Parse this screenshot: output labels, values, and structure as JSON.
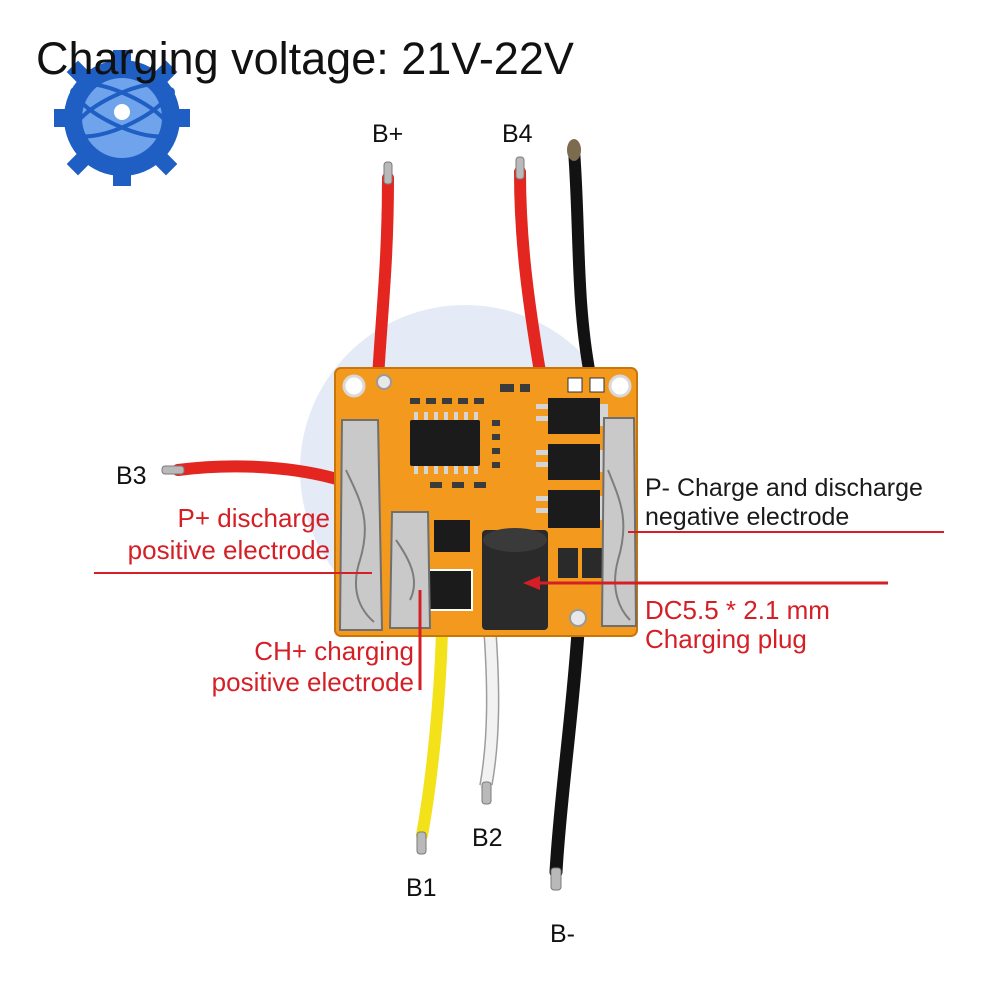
{
  "title": "Charging voltage: 21V-22V",
  "wires": {
    "b_plus": "B+",
    "b4": "B4",
    "b3": "B3",
    "b2": "B2",
    "b1": "B1",
    "b_minus": "B-"
  },
  "annotations": {
    "p_minus_line1": "P- Charge and discharge",
    "p_minus_line2": "negative electrode",
    "p_plus_line1": "P+ discharge",
    "p_plus_line2": "positive electrode",
    "ch_plus_line1": "CH+ charging",
    "ch_plus_line2": "positive electrode",
    "dc_line1": "DC5.5 * 2.1 mm",
    "dc_line2": "Charging plug"
  },
  "colors": {
    "board": "#f39a1e",
    "wire_red": "#e3261f",
    "wire_black": "#121212",
    "wire_yellow": "#f3e21a",
    "wire_white": "#f2f2f2",
    "annotation_red": "#d51f26",
    "logo_blue": "#1f5fc4"
  },
  "logo": {
    "icon": "gear-atom-logo-icon"
  }
}
